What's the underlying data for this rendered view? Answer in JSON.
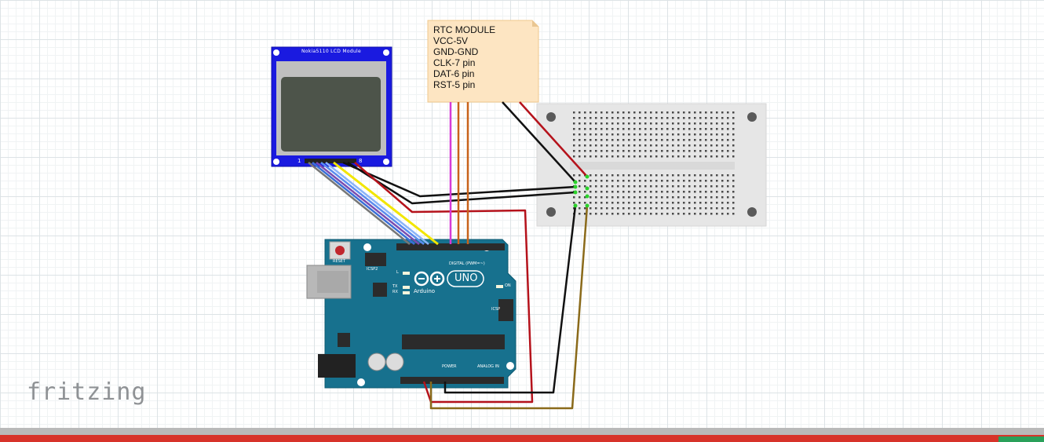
{
  "app": {
    "brand": "fritzing"
  },
  "note": {
    "lines": [
      "RTC MODULE",
      "VCC-5V",
      "GND-GND",
      "CLK-7 pin",
      "DAT-6 pin",
      "RST-5 pin"
    ]
  },
  "lcd": {
    "title": "Nokia5110  LCD  Module",
    "pin_first": "1",
    "pin_last": "8"
  },
  "arduino": {
    "reset_label": "RESET",
    "icsp2_label": "ICSP2",
    "icsp_label": "ICSP",
    "l_label": "L",
    "tx_label": "TX",
    "rx_label": "RX",
    "on_label": "ON",
    "uno_label": "UNO",
    "brand_label": "Arduino",
    "digital_label": "DIGITAL (PWM=~)",
    "power_label": "POWER",
    "analog_label": "ANALOG IN"
  },
  "colors": {
    "canvas_bg": "#ffffff",
    "lcd_board": "#1a1ae0",
    "lcd_screen": "#4d544a",
    "note_bg": "#fde5c2",
    "breadboard": "#e6e6e6",
    "arduino_board": "#17718e",
    "bottom_bar": "#d7332a"
  }
}
